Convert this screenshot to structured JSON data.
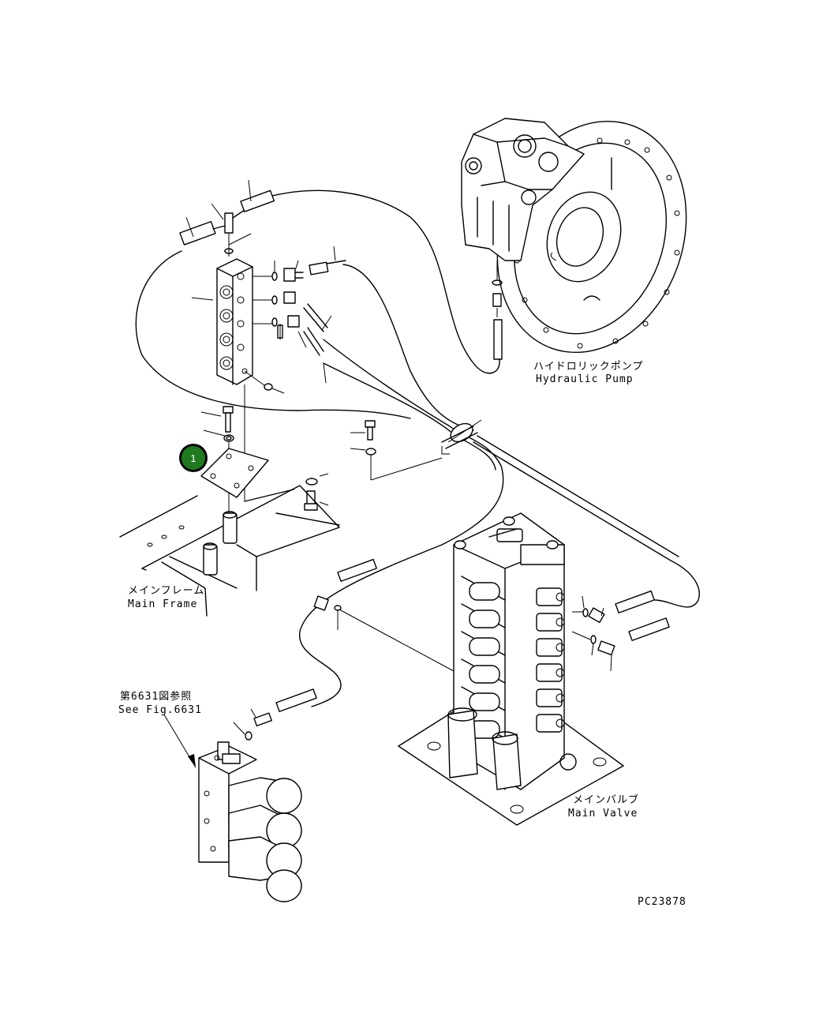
{
  "labels": {
    "pump_jp": "ハイドロリックポンプ",
    "pump_en": "Hydraulic Pump",
    "frame_jp": "メインフレーム",
    "frame_en": "Main Frame",
    "ref_jp": "第6631図参照",
    "ref_en": "See Fig.6631",
    "valve_jp": "メインバルブ",
    "valve_en": "Main Valve",
    "drawing_no": "PC23878"
  },
  "callouts": [
    {
      "number": "1",
      "color": "#1f7a1f"
    }
  ]
}
